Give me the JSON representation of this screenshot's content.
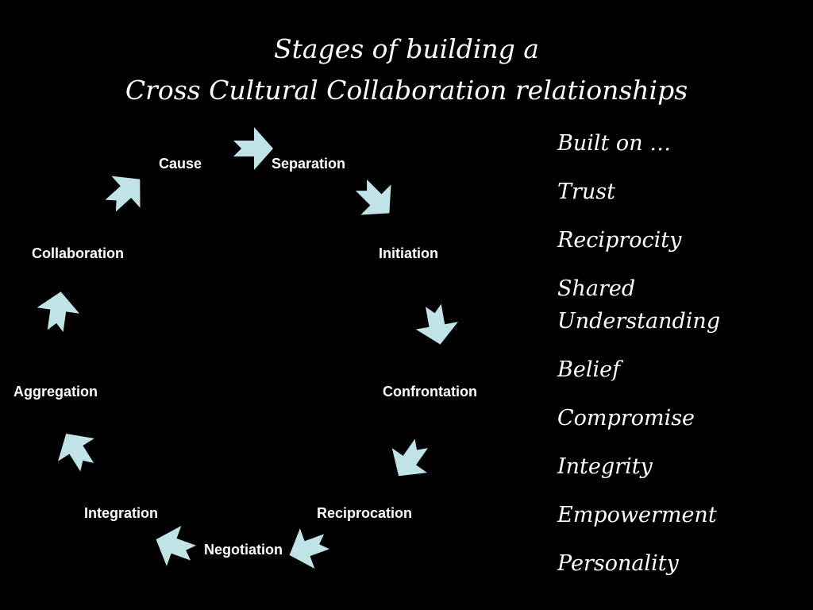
{
  "title": {
    "line1": "Stages of building a",
    "line2": "Cross Cultural Collaboration relationships"
  },
  "colors": {
    "background": "#000000",
    "text": "#ffffff",
    "arrow": "#bfe3e6"
  },
  "cycle": {
    "stages": [
      "Cause",
      "Separation",
      "Initiation",
      "Confrontation",
      "Reciprocation",
      "Negotiation",
      "Integration",
      "Aggregation",
      "Collaboration"
    ],
    "arrow_icon": "block-arrow-icon"
  },
  "built_on": {
    "heading": "Built on …",
    "items": [
      "Trust",
      "Reciprocity",
      "Shared Understanding",
      "Belief",
      "Compromise",
      "Integrity",
      "Empowerment",
      "Personality"
    ]
  }
}
